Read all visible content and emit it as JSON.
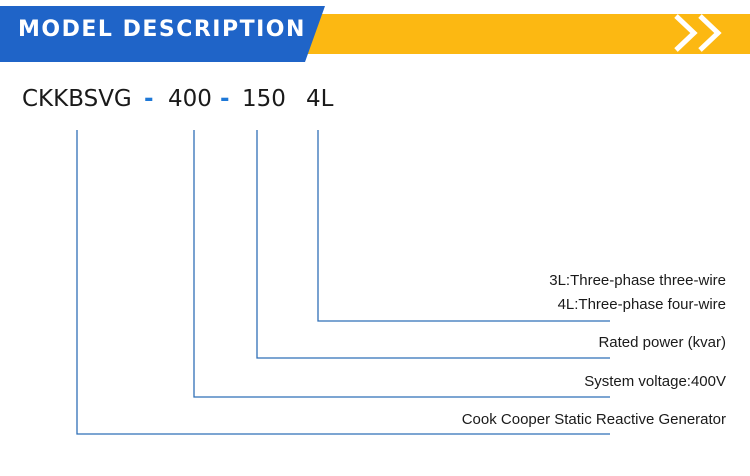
{
  "header": {
    "title": "MODEL DESCRIPTION"
  },
  "model": {
    "prefix": "CKKBSVG",
    "sep1": "-",
    "voltage_code": "400",
    "sep2": "-",
    "power_code": "150",
    "wire_code": "4L"
  },
  "descriptions": {
    "wire_3l": "3L:Three-phase three-wire",
    "wire_4l": "4L:Three-phase four-wire",
    "power": "Rated power (kvar)",
    "voltage": "System voltage:400V",
    "series": "Cook Cooper Static Reactive Generator"
  },
  "colors": {
    "header_blue": "#1f64c8",
    "header_yellow": "#fcb812",
    "line_blue": "#2f6fb7",
    "dash_blue": "#1e78d7"
  }
}
